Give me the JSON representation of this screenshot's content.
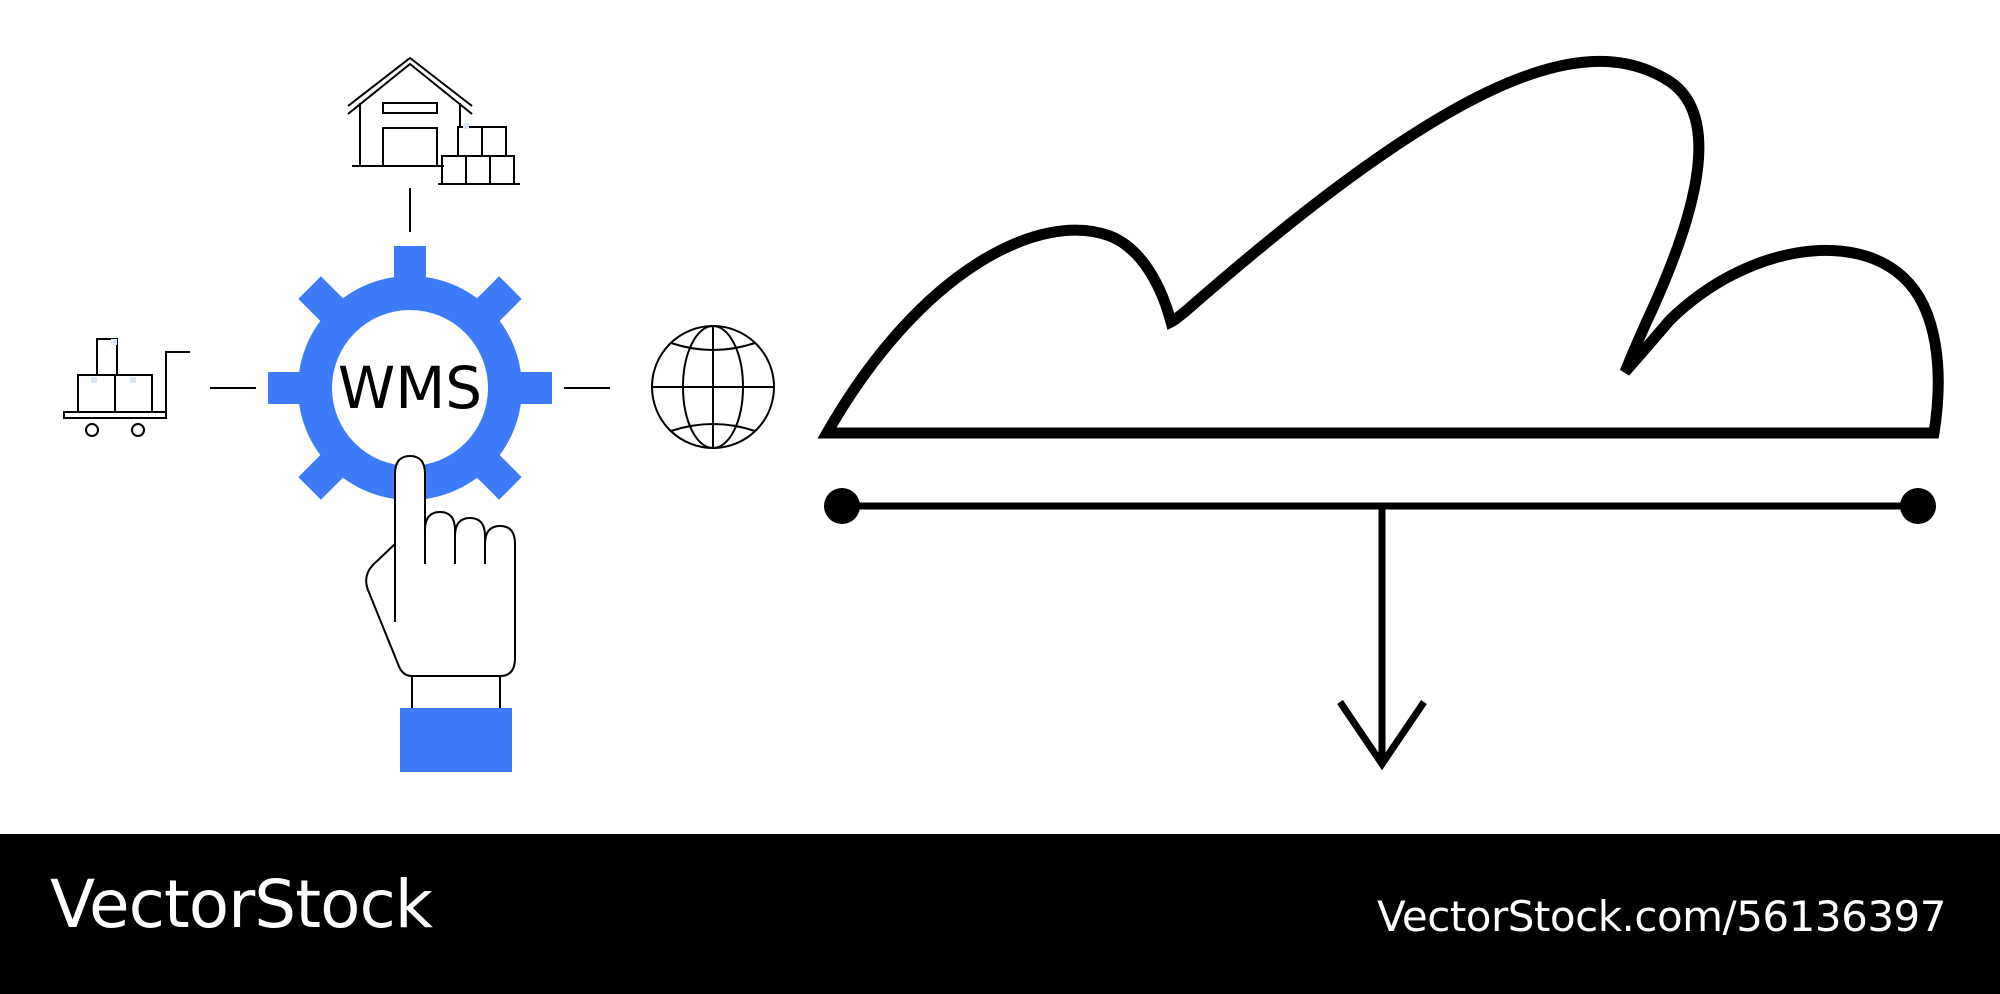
{
  "illustration": {
    "gear_label": "WMS",
    "icons": {
      "warehouse": "warehouse-icon",
      "cart": "hand-truck-boxes-icon",
      "globe": "globe-icon",
      "gear": "gear-icon",
      "hand": "pointing-hand-icon",
      "cloud": "cloud-icon",
      "arrow": "arrow-down-icon"
    },
    "colors": {
      "accent": "#3d7bfa",
      "stroke": "#000000",
      "box_tint": "#dbe6fb"
    }
  },
  "footer": {
    "brand": "VectorStock",
    "url": "VectorStock.com/56136397",
    "background": "#000000",
    "text_color": "#ffffff"
  }
}
